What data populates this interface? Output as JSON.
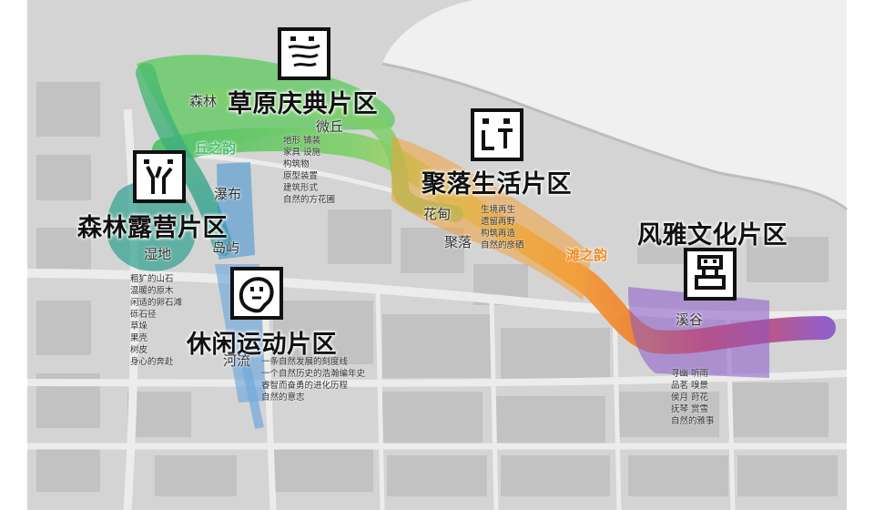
{
  "zones": {
    "grassland": {
      "title": "草原庆典片区",
      "icon": "grassland-pictogram-icon"
    },
    "village": {
      "title": "聚落生活片区",
      "icon": "village-pictogram-icon"
    },
    "culture": {
      "title": "风雅文化片区",
      "icon": "culture-pictogram-icon"
    },
    "forest": {
      "title": "森林露营片区",
      "icon": "forest-pictogram-icon"
    },
    "leisure": {
      "title": "休闲运动片区",
      "icon": "leisure-pictogram-icon"
    }
  },
  "areas": {
    "forest_top": "森林",
    "micro_hill": "微丘",
    "waterfall": "瀑布",
    "wetland": "湿地",
    "island": "岛屿",
    "river": "河流",
    "flower_field": "花甸",
    "settlement": "聚落",
    "stream_valley": "溪谷"
  },
  "themes": {
    "hill_charm": {
      "text": "丘之韵",
      "color": "#4dbf73"
    },
    "beach_charm": {
      "text": "滩之韵",
      "color": "#f08a1e"
    }
  },
  "notes": {
    "grassland": [
      "地形 铺装",
      "家具 设施",
      "构筑物",
      "原型装置",
      "建筑形式",
      "自然的方花圃"
    ],
    "village": [
      "生境再生",
      "遗留再野",
      "构筑再造",
      "自然的彦硒"
    ],
    "forest": [
      "粗犷的山石",
      "温暖的原木",
      "闲适的卵石滩",
      "砾石径",
      "草垛",
      "果壳",
      "树皮",
      "身心的奔赴"
    ],
    "leisure": [
      "一条自然发展的刻度线",
      "一个自然历史的浩瀚编年史",
      "睿智而奋勇的进化历程",
      "自然的意志"
    ],
    "culture": [
      "寻幽 听雨",
      "品茗 嗅景",
      "侯月 莳花",
      "抚琴 赏雪",
      "自然的雅事"
    ]
  },
  "colors": {
    "green_band": "#5cc95c",
    "teal_band": "#2f9f8f",
    "blue_band": "#3a8fd0",
    "orange_band": "#f2a13a",
    "red_band": "#ef4a2b",
    "purple_band": "#8a55c8",
    "land": "#d9d9d9",
    "water": "#f2f2f2"
  }
}
